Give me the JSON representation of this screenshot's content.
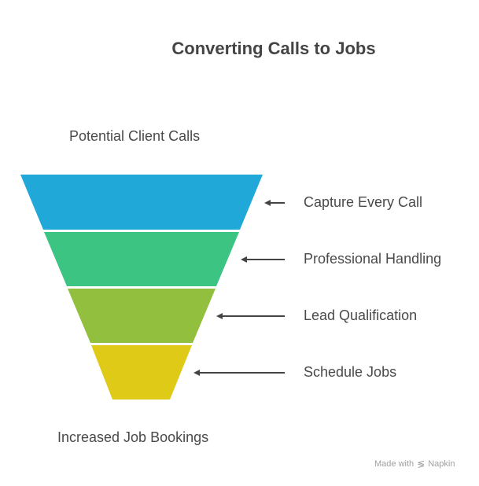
{
  "title": "Converting Calls to Jobs",
  "funnel": {
    "top_label": "Potential Client Calls",
    "bottom_label": "Increased Job Bookings",
    "stages": [
      {
        "label": "Capture Every Call",
        "color": "#1FA8D8"
      },
      {
        "label": "Professional Handling",
        "color": "#3CC483"
      },
      {
        "label": "Lead Qualification",
        "color": "#92BF3D"
      },
      {
        "label": "Schedule Jobs",
        "color": "#DFCB17"
      }
    ],
    "arrow_color": "#444444"
  },
  "footer": {
    "made_with": "Made with",
    "brand": "Napkin",
    "brand_icon": "napkin-logo-icon"
  }
}
